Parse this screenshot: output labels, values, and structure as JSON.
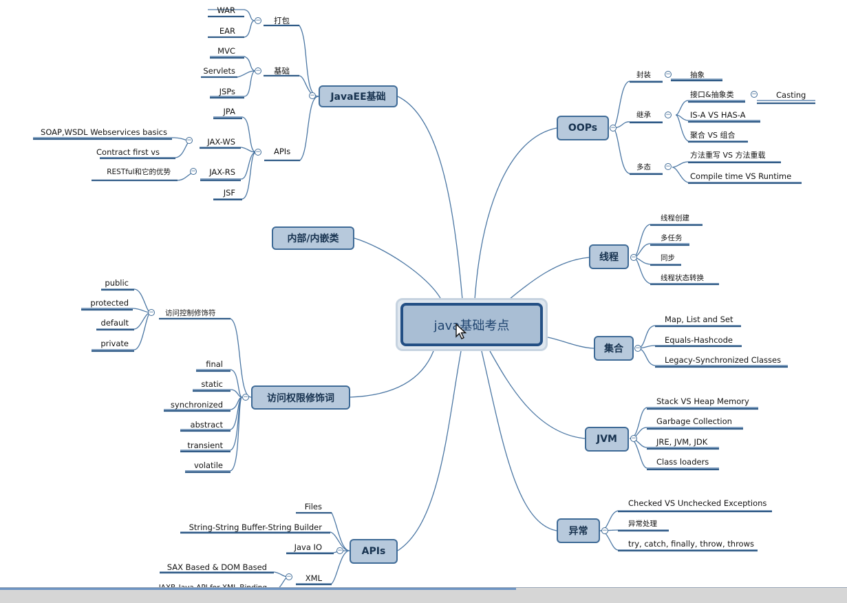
{
  "root": {
    "label": "java基础考点"
  },
  "branches": {
    "javaee": {
      "label": "JavaEE基础"
    },
    "inner": {
      "label": "内部/内嵌类"
    },
    "access": {
      "label": "访问权限修饰词"
    },
    "apis": {
      "label": "APIs"
    },
    "oops": {
      "label": "OOPs"
    },
    "thread": {
      "label": "线程"
    },
    "collection": {
      "label": "集合"
    },
    "jvm": {
      "label": "JVM"
    },
    "exception": {
      "label": "异常"
    }
  },
  "javaee": {
    "pack": {
      "label": "打包",
      "items": [
        "WAR",
        "EAR"
      ]
    },
    "basic": {
      "label": "基础",
      "items": [
        "MVC",
        "Servlets",
        "JSPs"
      ]
    },
    "apis": {
      "label": "APIs",
      "jpa": "JPA",
      "jaxws": {
        "label": "JAX-WS",
        "items": [
          "SOAP,WSDL Webservices basics",
          "Contract first vs"
        ]
      },
      "jaxrs": {
        "label": "JAX-RS",
        "items": [
          "RESTful和它的优势"
        ]
      },
      "jsf": "JSF"
    }
  },
  "access": {
    "modifiers": {
      "label": "访问控制修饰符",
      "items": [
        "public",
        "protected",
        "default",
        "private"
      ]
    },
    "keywords": [
      "final",
      "static",
      "synchronized",
      "abstract",
      "transient",
      "volatile"
    ]
  },
  "apis": {
    "items": [
      "Files",
      "String-String Buffer-String Builder",
      "Java IO"
    ],
    "xml": {
      "label": "XML",
      "items": [
        "SAX Based & DOM Based",
        "JAXB-Java API for XML Binding"
      ]
    }
  },
  "oops": {
    "encap": {
      "label": "封装",
      "items": [
        "抽象"
      ]
    },
    "inherit": {
      "label": "继承",
      "iface": {
        "label": "接口&抽象类",
        "items": [
          "Casting"
        ]
      },
      "items": [
        "IS-A VS HAS-A",
        "聚合 VS 组合"
      ]
    },
    "poly": {
      "label": "多态",
      "items": [
        "方法重写 VS 方法重载",
        "Compile time VS Runtime"
      ]
    }
  },
  "thread": {
    "items": [
      "线程创建",
      "多任务",
      "同步",
      "线程状态转换"
    ]
  },
  "collection": {
    "items": [
      "Map, List and Set",
      "Equals-Hashcode",
      "Legacy-Synchronized Classes"
    ]
  },
  "jvm": {
    "items": [
      "Stack VS Heap Memory",
      "Garbage Collection",
      "JRE, JVM, JDK",
      "Class loaders"
    ]
  },
  "exception": {
    "items": [
      "Checked VS Unchecked Exceptions",
      "异常处理",
      "try, catch, finally, throw, throws"
    ]
  },
  "colors": {
    "branch_fill": "#b7c9dc",
    "branch_border": "#3e6a96",
    "connector": "#3f6d9b",
    "underline": "#2f5a86"
  }
}
